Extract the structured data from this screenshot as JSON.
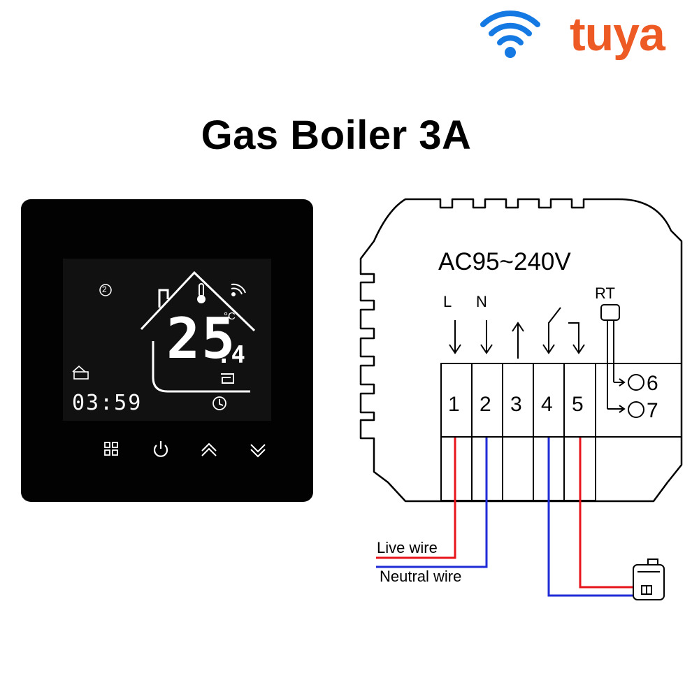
{
  "header": {
    "brand_logo_text": "tuya",
    "title": "Gas Boiler 3A"
  },
  "thermostat": {
    "temperature_main": "25",
    "temperature_decimal": ".4",
    "unit": "°C",
    "time": "03:59",
    "program_number": "2",
    "buttons": [
      "menu",
      "power",
      "up",
      "down"
    ]
  },
  "wiring": {
    "voltage_label": "AC95~240V",
    "line_label": "L",
    "neutral_label": "N",
    "sensor_label": "RT",
    "terminals": [
      "1",
      "2",
      "3",
      "4",
      "5"
    ],
    "sensor_terminals": [
      "6",
      "7"
    ],
    "live_wire_label": "Live wire",
    "neutral_wire_label": "Neutral wire"
  },
  "colors": {
    "live": "#e8141b",
    "neutral": "#1f2bd6",
    "brand": "#ee5a24",
    "wifi": "#1479e3"
  }
}
